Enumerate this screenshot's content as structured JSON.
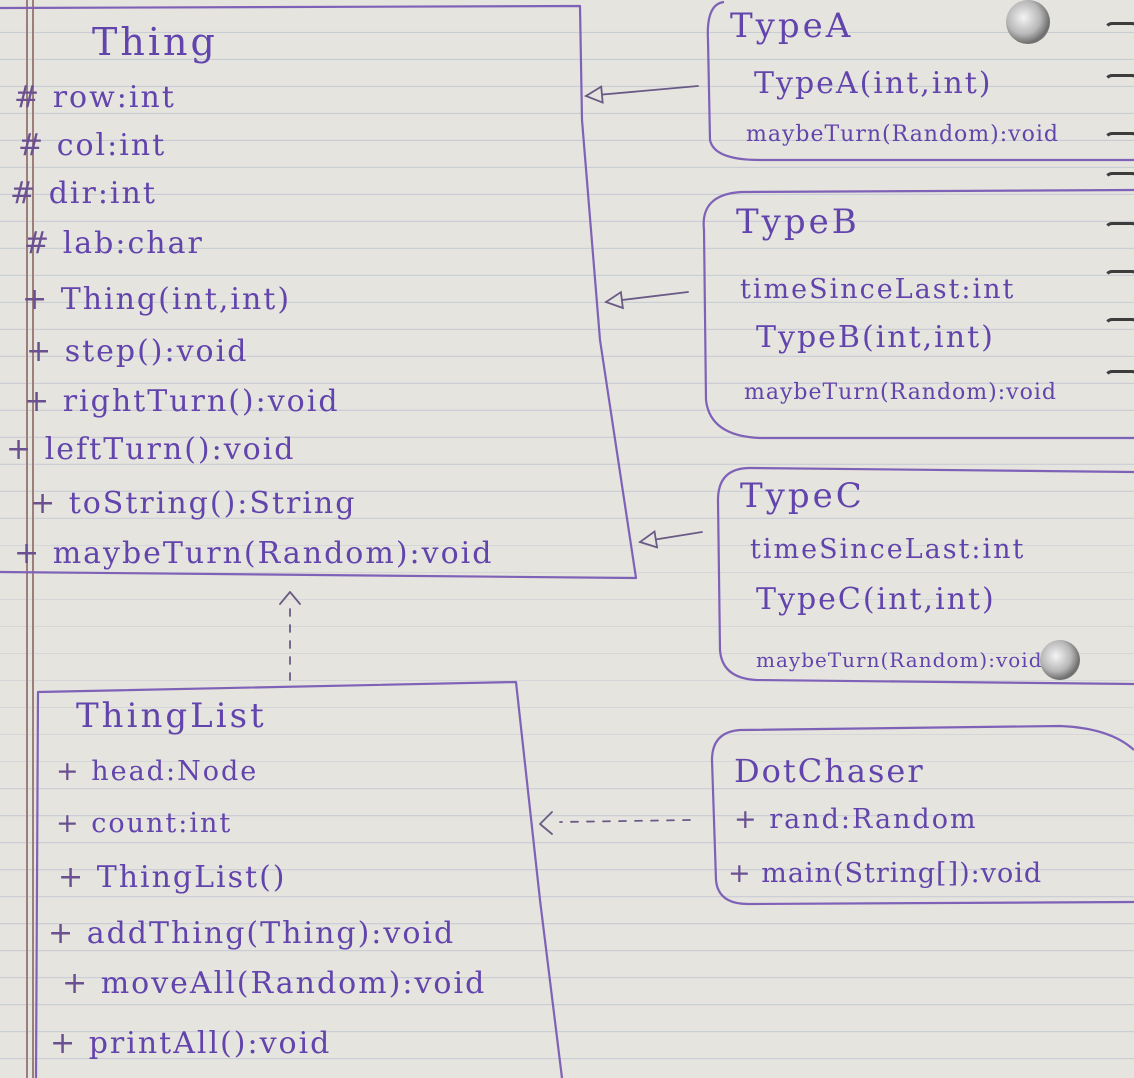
{
  "classes": {
    "thing": {
      "name": "Thing",
      "members": [
        {
          "vis": "#",
          "text": "row:int"
        },
        {
          "vis": "#",
          "text": "col:int"
        },
        {
          "vis": "#",
          "text": "dir:int"
        },
        {
          "vis": "#",
          "text": "lab:char"
        },
        {
          "vis": "+",
          "text": "Thing(int,int)"
        },
        {
          "vis": "+",
          "text": "step():void"
        },
        {
          "vis": "+",
          "text": "rightTurn():void"
        },
        {
          "vis": "+",
          "text": "leftTurn():void"
        },
        {
          "vis": "+",
          "text": "toString():String"
        },
        {
          "vis": "+",
          "text": "maybeTurn(Random):void"
        }
      ]
    },
    "type_a": {
      "name": "TypeA",
      "members": [
        "TypeA(int,int)",
        "maybeTurn(Random):void"
      ]
    },
    "type_b": {
      "name": "TypeB",
      "members": [
        "timeSinceLast:int",
        "TypeB(int,int)",
        "maybeTurn(Random):void"
      ]
    },
    "type_c": {
      "name": "TypeC",
      "members": [
        "timeSinceLast:int",
        "TypeC(int,int)",
        "maybeTurn(Random):void"
      ]
    },
    "thing_list": {
      "name": "ThingList",
      "members": [
        {
          "vis": "+",
          "text": "head:Node"
        },
        {
          "vis": "+",
          "text": "count:int"
        },
        {
          "vis": "+",
          "text": "ThingList()"
        },
        {
          "vis": "+",
          "text": "addThing(Thing):void"
        },
        {
          "vis": "+",
          "text": "moveAll(Random):void"
        },
        {
          "vis": "+",
          "text": "printAll():void"
        }
      ]
    },
    "dot_chaser": {
      "name": "DotChaser",
      "members": [
        {
          "vis": "+",
          "text": "rand:Random"
        },
        {
          "vis": "+",
          "text": "main(String[]):void"
        }
      ]
    }
  },
  "colors": {
    "ink": "#6244ad",
    "paper": "#e6e4de",
    "ruled_line": "#c7cbd4",
    "margin_line": "#9c7e7a"
  }
}
